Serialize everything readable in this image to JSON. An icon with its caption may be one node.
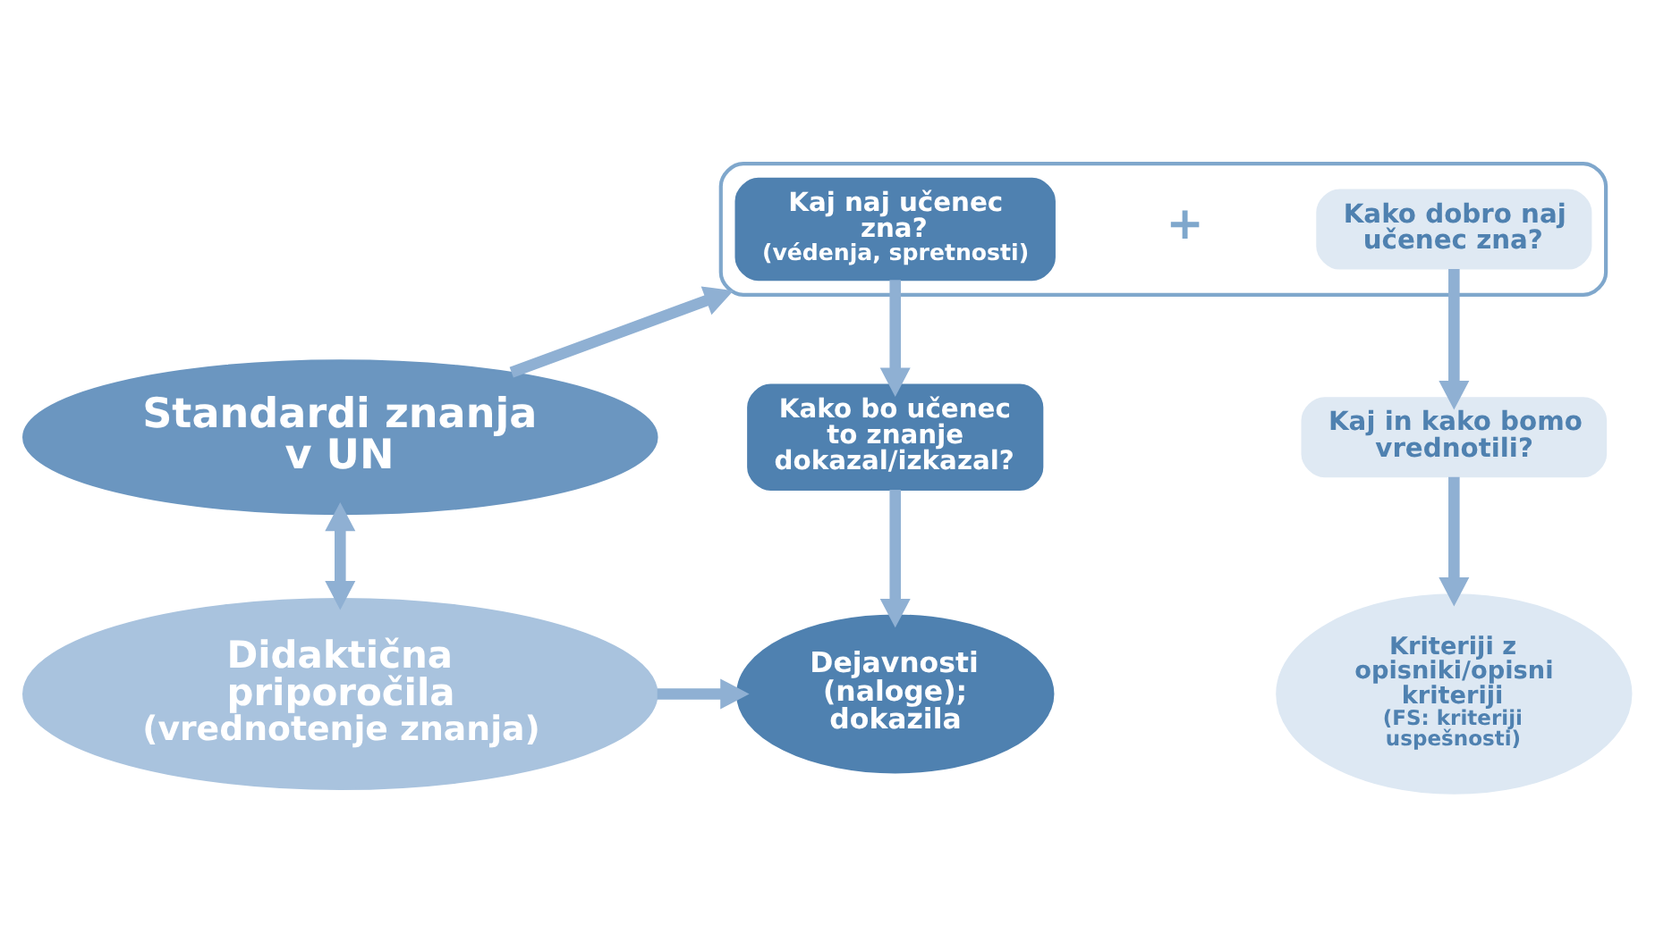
{
  "diagram": {
    "nodes": [
      {
        "text": [
          "Standardi znanja v UN"
        ]
      },
      {
        "text": [],
        "shape": "box"
      },
      {
        "text": [
          "Kaj naj učenec zna?",
          "(védenja, spretnosti)"
        ],
        "in": 1
      },
      {
        "text": [
          "Kako dobro naj učenec zna?"
        ],
        "in": 1
      },
      {
        "text": [
          "Kako bo učenec to znanje dokazal/izkazal?"
        ]
      },
      {
        "text": [
          "Kaj in kako bomo vrednotili?"
        ]
      },
      {
        "text": [
          "Didaktična priporočila",
          "(vrednotenje znanja)"
        ]
      },
      {
        "text": [
          "Dejavnosti (naloge); dokazila"
        ]
      },
      {
        "text": [
          "Kriteriji z opisniki/opisni kriteriji",
          "(FS: kriteriji uspešnosti)"
        ]
      }
    ],
    "edges": [
      {
        "from": 0,
        "to": 1,
        "arrow": "to"
      },
      {
        "from": 2,
        "to": 4,
        "arrow": "to"
      },
      {
        "from": 3,
        "to": 5,
        "arrow": "to"
      },
      {
        "from": 0,
        "to": 6,
        "arrow": "both"
      },
      {
        "from": 4,
        "to": 7,
        "arrow": "to"
      },
      {
        "from": 5,
        "to": 8,
        "arrow": "to"
      },
      {
        "from": 6,
        "to": 7,
        "arrow": "to"
      }
    ],
    "labels": [
      "+"
    ]
  }
}
